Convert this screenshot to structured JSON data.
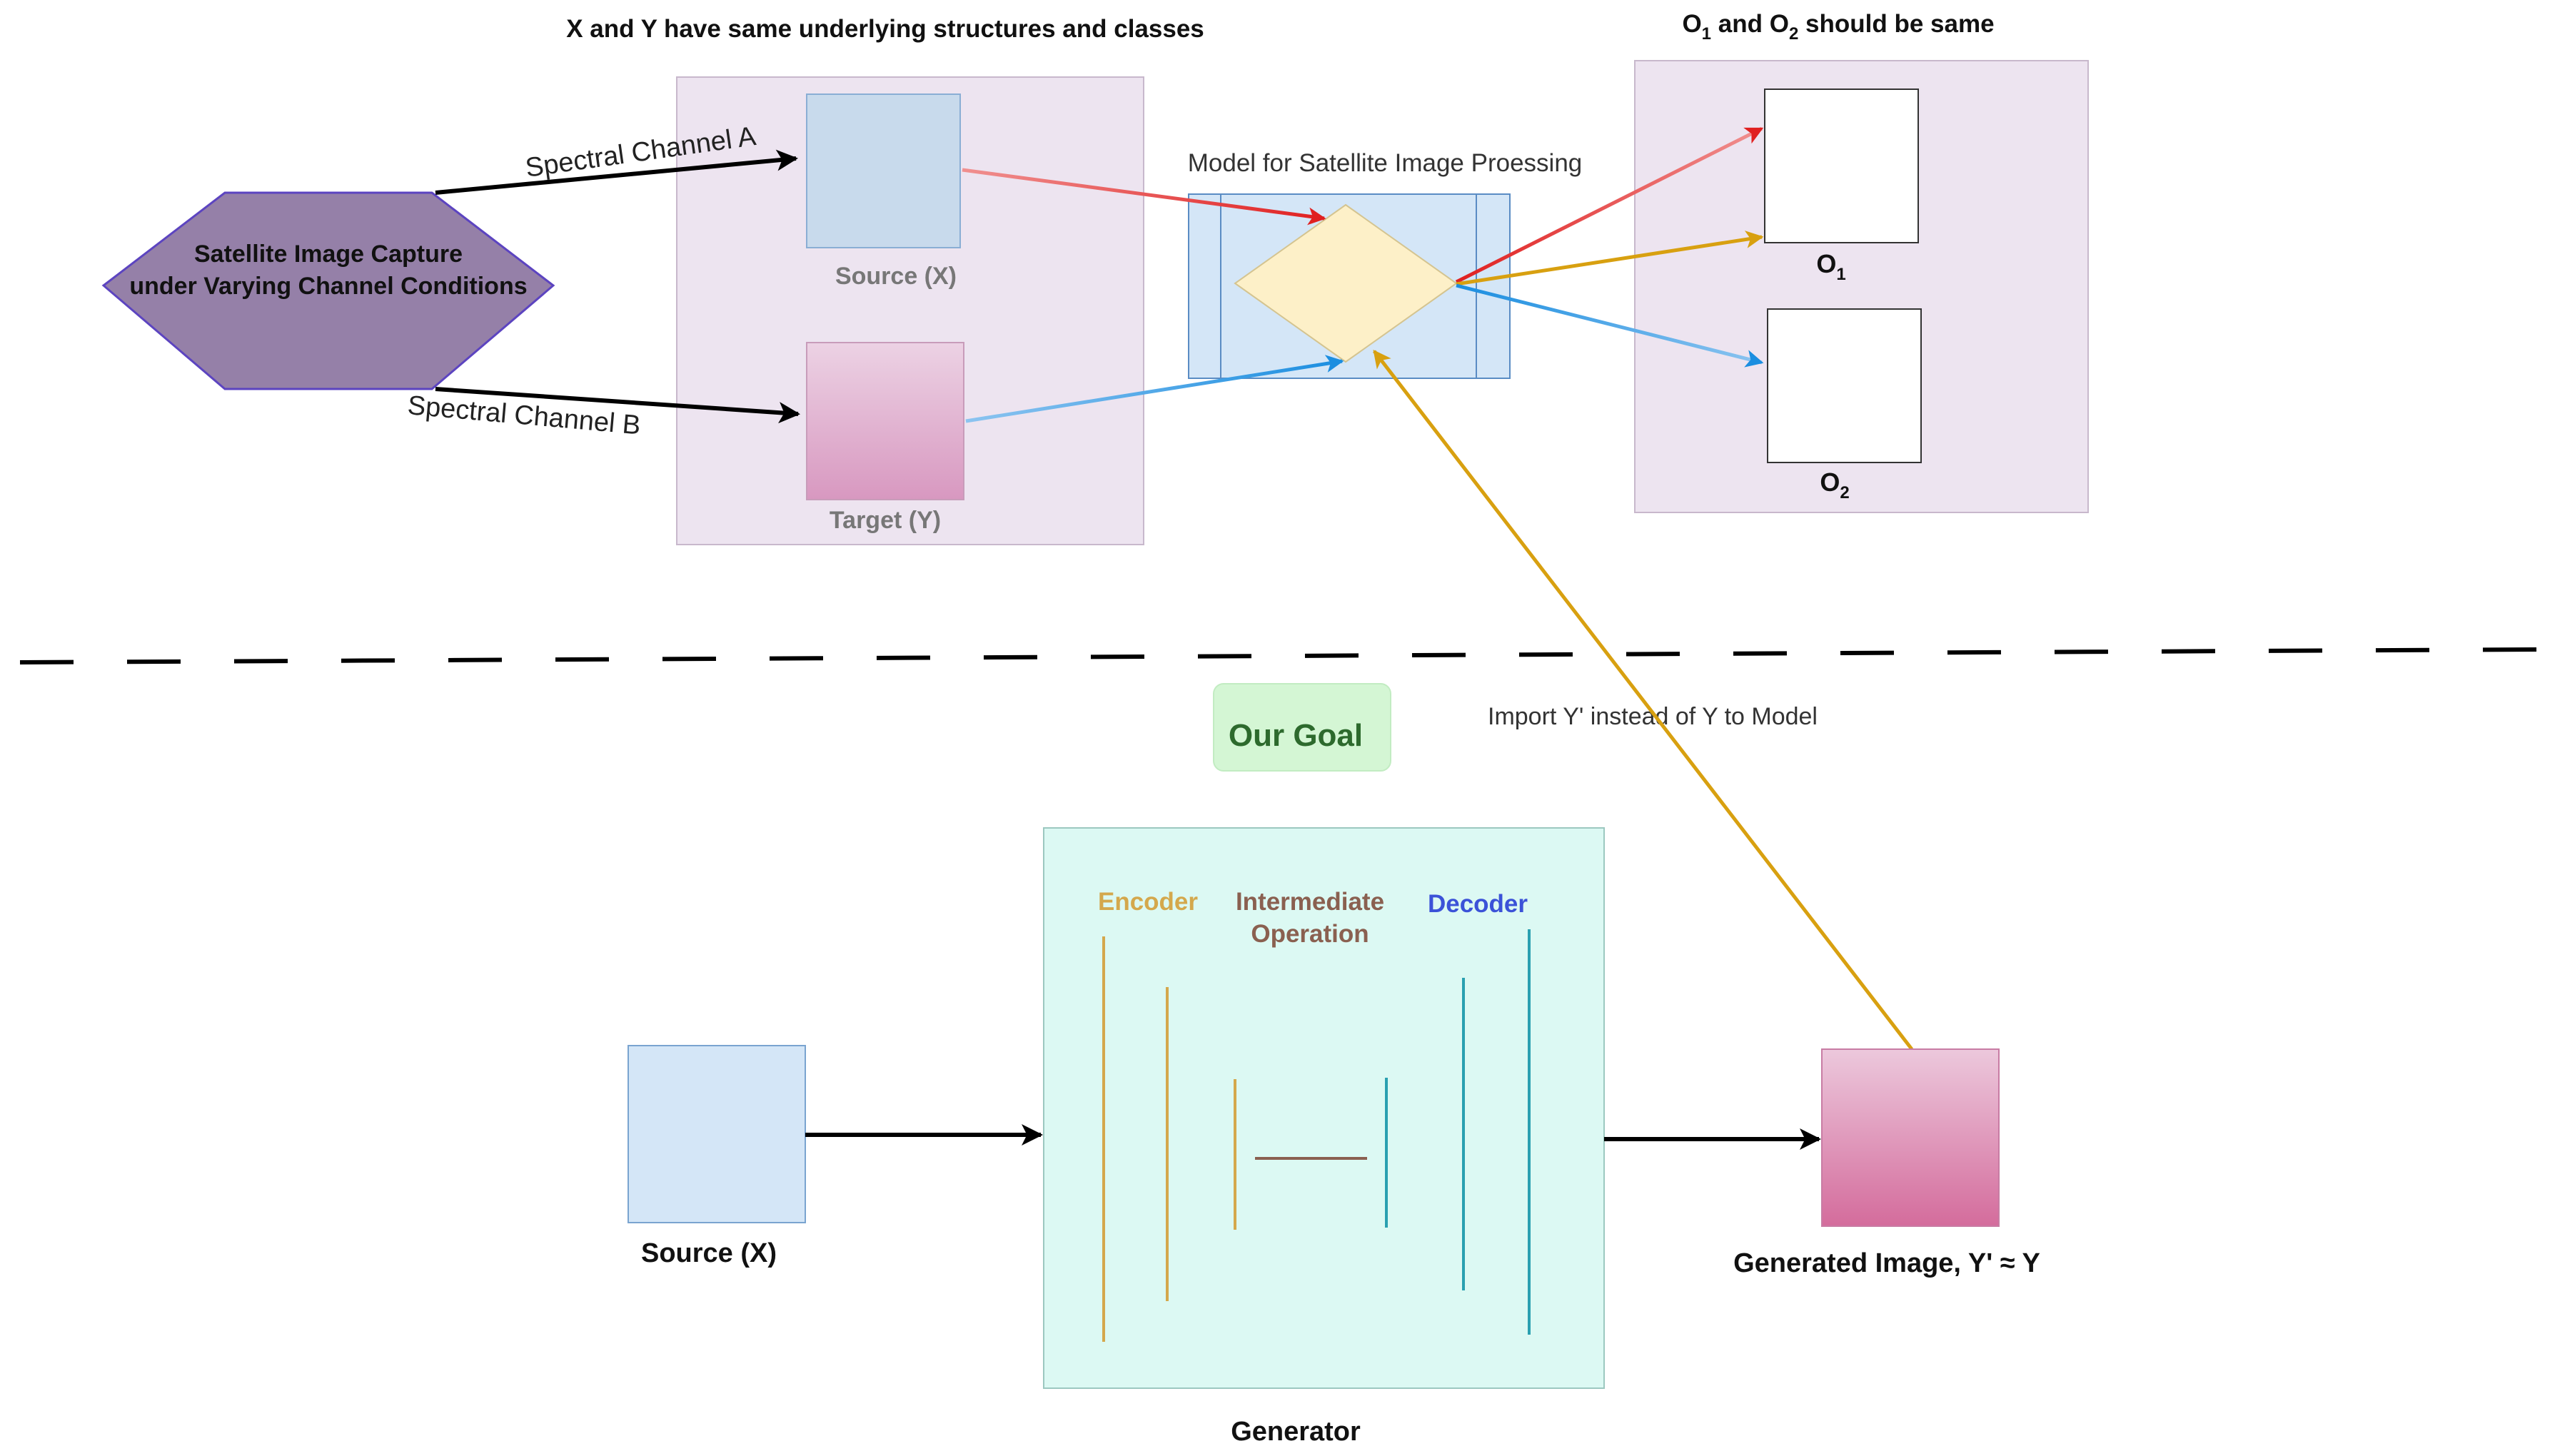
{
  "top": {
    "title_xy": "X and Y have same underlying structures and classes",
    "title_o": {
      "prefix": "O",
      "sub1": "1",
      "middle": " and O",
      "sub2": "2",
      "suffix": " should be same"
    },
    "hexagon": {
      "line1": "Satellite Image Capture",
      "line2": "under Varying Channel Conditions"
    },
    "channel_a_label": "Spectral Channel A",
    "channel_b_label": "Spectral Channel B",
    "source_label": "Source (X)",
    "target_label": "Target  (Y)",
    "model_label": "Model for Satellite Image Proessing",
    "o1": {
      "base": "O",
      "sub": "1"
    },
    "o2": {
      "base": "O",
      "sub": "2"
    }
  },
  "bottom": {
    "goal_label": "Our Goal",
    "import_label": "Import Y' instead of Y to Model",
    "source_label": "Source (X)",
    "encoder_label": "Encoder",
    "intermediate_line1": "Intermediate",
    "intermediate_line2": "Operation",
    "decoder_label": "Decoder",
    "generator_label": "Generator",
    "generated_label": "Generated Image, Y' ≈ Y"
  },
  "colors": {
    "hexagon_fill": "#9580a8",
    "panel_fill": "#ede4f0",
    "source_fill": "#c8daec",
    "model_fill": "#d4e6f7",
    "diamond_fill": "#fdf0c8",
    "goal_fill": "#d4f6d4",
    "generator_fill": "#dcf9f3",
    "encoder_color": "#d4a84c",
    "intermediate_color": "#8a6050",
    "decoder_color": "#3b52d8",
    "arrow_red": "#e02020",
    "arrow_orange": "#d8a010",
    "arrow_blue": "#1b8ee0"
  }
}
